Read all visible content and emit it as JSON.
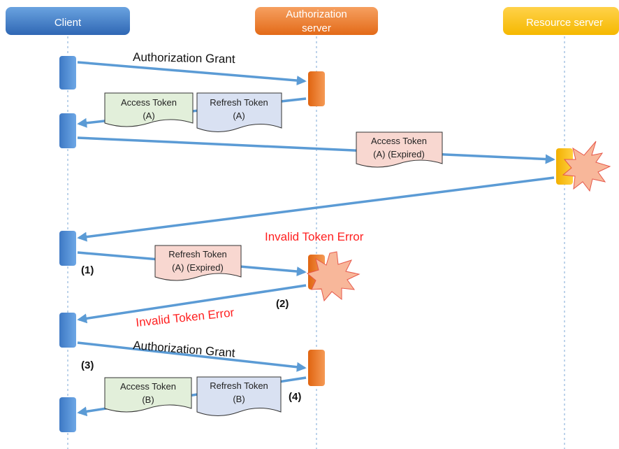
{
  "actors": {
    "client": {
      "label": "Client"
    },
    "auth_server": {
      "line1": "Authorization",
      "line2": "server"
    },
    "resource_server": {
      "label": "Resource server"
    }
  },
  "messages": {
    "grant_1": "Authorization Grant",
    "grant_2": "Authorization Grant",
    "error_1": "Invalid Token Error",
    "error_2": "Invalid Token Error"
  },
  "tokens": {
    "access_a_1": {
      "line1": "Access Token",
      "line2": "(A)"
    },
    "refresh_a_1": {
      "line1": "Refresh Token",
      "line2": "(A)"
    },
    "access_a_expired": {
      "line1": "Access Token",
      "line2": "(A) (Expired)"
    },
    "refresh_a_expired": {
      "line1": "Refresh Token",
      "line2": "(A) (Expired)"
    },
    "access_b": {
      "line1": "Access Token",
      "line2": "(B)"
    },
    "refresh_b": {
      "line1": "Refresh Token",
      "line2": "(B)"
    }
  },
  "steps": {
    "step_1": "(1)",
    "step_2": "(2)",
    "step_3": "(3)",
    "step_4": "(4)"
  },
  "colors": {
    "client": "#4a86c8",
    "auth_server": "#f07a2a",
    "resource_server": "#ffc000",
    "arrow": "#5b9bd5",
    "access_doc": "#e2efda",
    "refresh_doc": "#d9e1f2",
    "expired_doc": "#f8d7d0",
    "burst": "#f8b79a",
    "error": "#ff2020"
  }
}
